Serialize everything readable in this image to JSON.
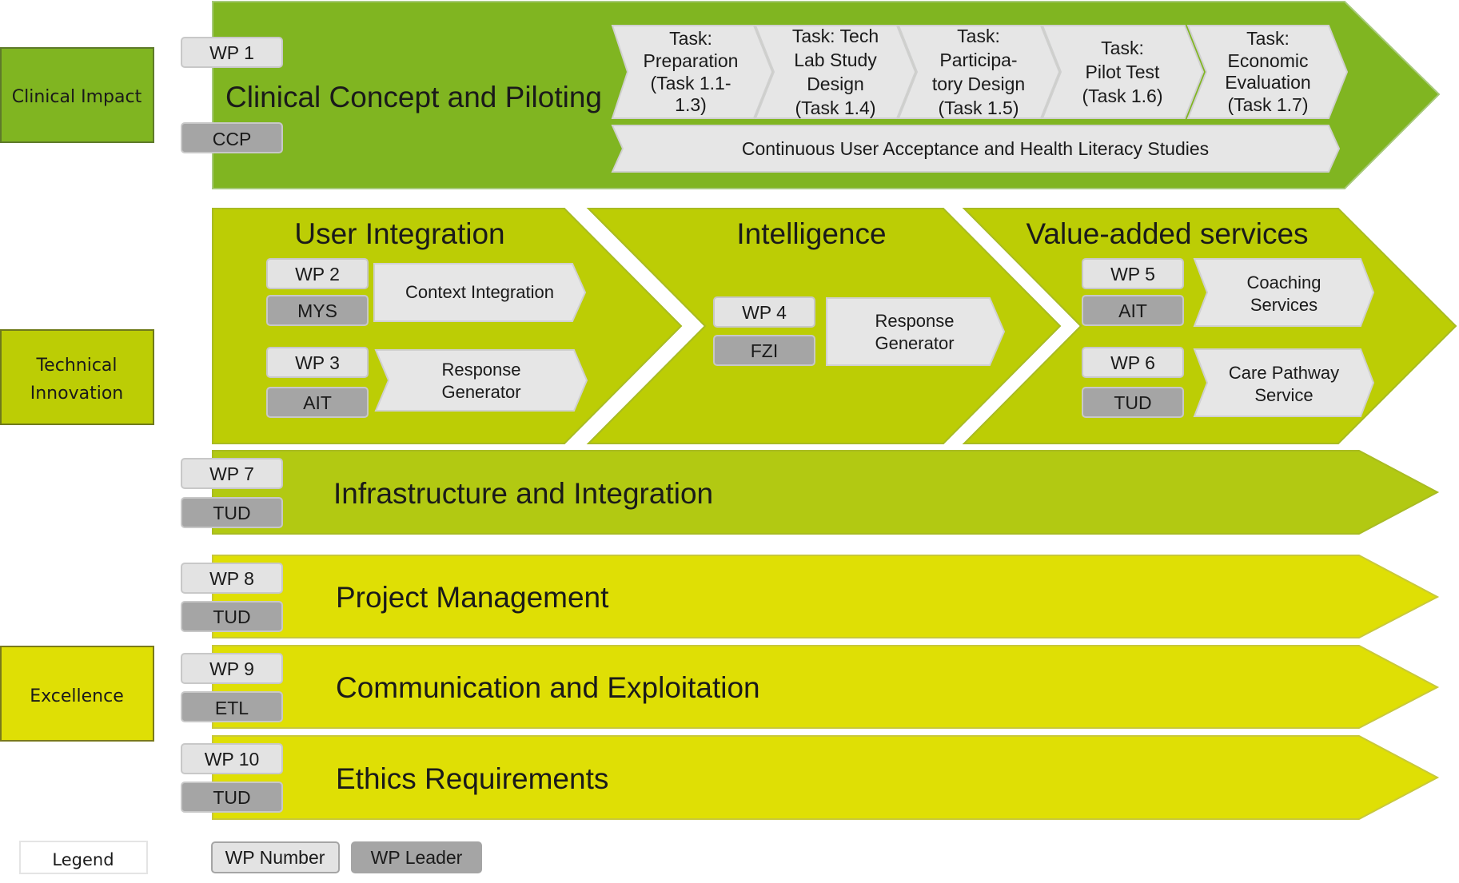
{
  "colors": {
    "clinical": "#80b521",
    "technical": "#bccd05",
    "infrastructure": "#b2c912",
    "excellence": "#dfdf05",
    "wp_number_box": "#e3e3e3",
    "wp_leader_box": "#a5a5a5",
    "task_box": "#e6e6e6",
    "text": "#1a1a1a"
  },
  "categories": {
    "clinical": "Clinical Impact",
    "technical_line1": "Technical",
    "technical_line2": "Innovation",
    "excellence": "Excellence"
  },
  "clinical_band": {
    "title": "Clinical Concept and Piloting",
    "wp_number": "WP 1",
    "wp_leader": "CCP",
    "tasks": [
      {
        "lines": [
          "Task:",
          "Preparation",
          "(Task 1.1-",
          "1.3)"
        ]
      },
      {
        "lines": [
          "Task: Tech",
          "Lab Study",
          "Design",
          "(Task 1.4)"
        ]
      },
      {
        "lines": [
          "Task:",
          "Participa-",
          "tory Design",
          "(Task 1.5)"
        ]
      },
      {
        "lines": [
          "Task:",
          "Pilot Test",
          "(Task 1.6)"
        ]
      },
      {
        "lines": [
          "Task:",
          "Economic",
          "Evaluation",
          "(Task 1.7)"
        ]
      }
    ],
    "continuous": "Continuous User Acceptance and Health Literacy Studies"
  },
  "technical_band": {
    "user_integration": {
      "title": "User Integration",
      "wp2_number": "WP 2",
      "wp2_leader": "MYS",
      "wp2_item": "Context Integration",
      "wp3_number": "WP 3",
      "wp3_leader": "AIT",
      "wp3_item_line1": "Response",
      "wp3_item_line2": "Generator"
    },
    "intelligence": {
      "title": "Intelligence",
      "wp4_number": "WP 4",
      "wp4_leader": "FZI",
      "wp4_item_line1": "Response",
      "wp4_item_line2": "Generator"
    },
    "value_added": {
      "title": "Value-added services",
      "wp5_number": "WP 5",
      "wp5_leader": "AIT",
      "wp5_item_line1": "Coaching",
      "wp5_item_line2": "Services",
      "wp6_number": "WP 6",
      "wp6_leader": "TUD",
      "wp6_item_line1": "Care Pathway",
      "wp6_item_line2": "Service"
    }
  },
  "infrastructure": {
    "title": "Infrastructure and Integration",
    "wp_number": "WP 7",
    "wp_leader": "TUD"
  },
  "excellence_bands": [
    {
      "title": "Project Management",
      "wp_number": "WP 8",
      "wp_leader": "TUD"
    },
    {
      "title": "Communication and Exploitation",
      "wp_number": "WP 9",
      "wp_leader": "ETL"
    },
    {
      "title": "Ethics Requirements",
      "wp_number": "WP 10",
      "wp_leader": "TUD"
    }
  ],
  "legend": {
    "label": "Legend",
    "wp_number": "WP Number",
    "wp_leader": "WP Leader"
  }
}
